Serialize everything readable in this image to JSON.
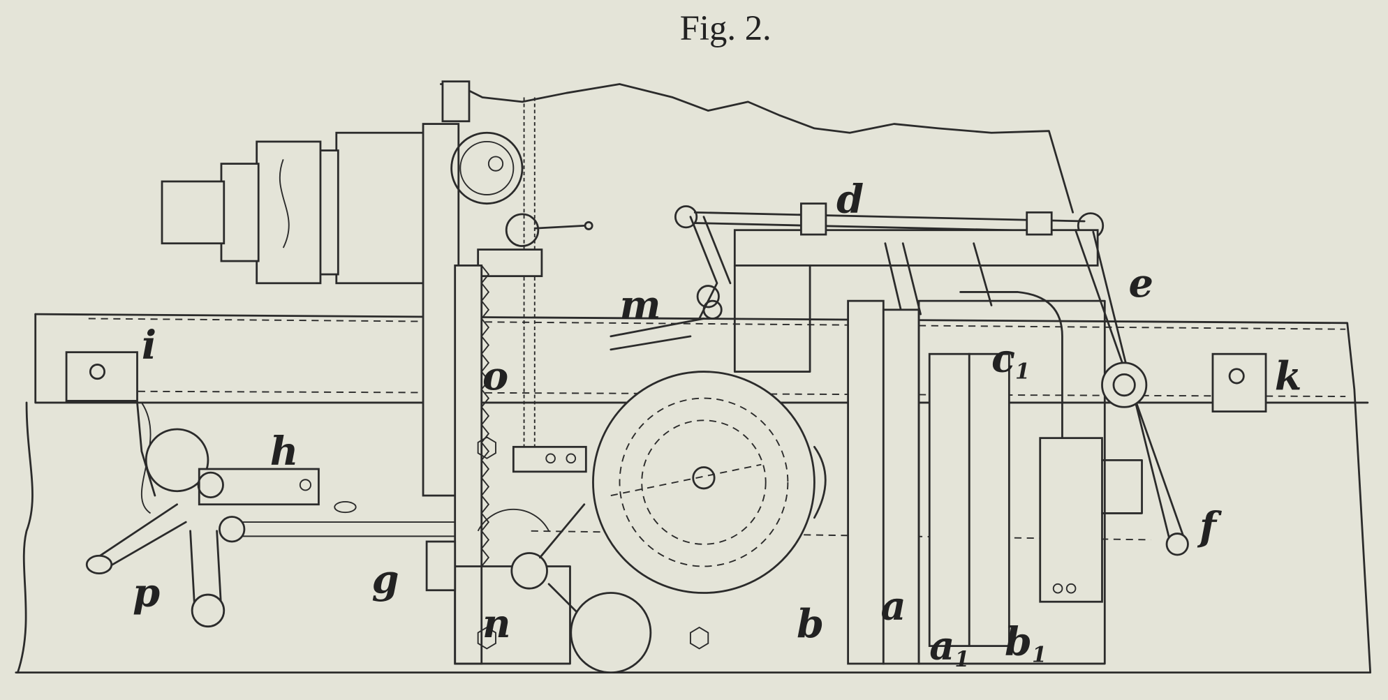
{
  "figure": {
    "title": "Fig. 2.",
    "labels": {
      "i": "i",
      "k": "k",
      "h": "h",
      "p": "p",
      "g": "g",
      "o": "o",
      "m": "m",
      "d": "d",
      "e": "e",
      "f": "f",
      "n": "n",
      "b": "b",
      "a": "a",
      "a1": "a",
      "a1_sub": "1",
      "b1": "b",
      "b1_sub": "1",
      "c1": "c",
      "c1_sub": "1"
    }
  }
}
